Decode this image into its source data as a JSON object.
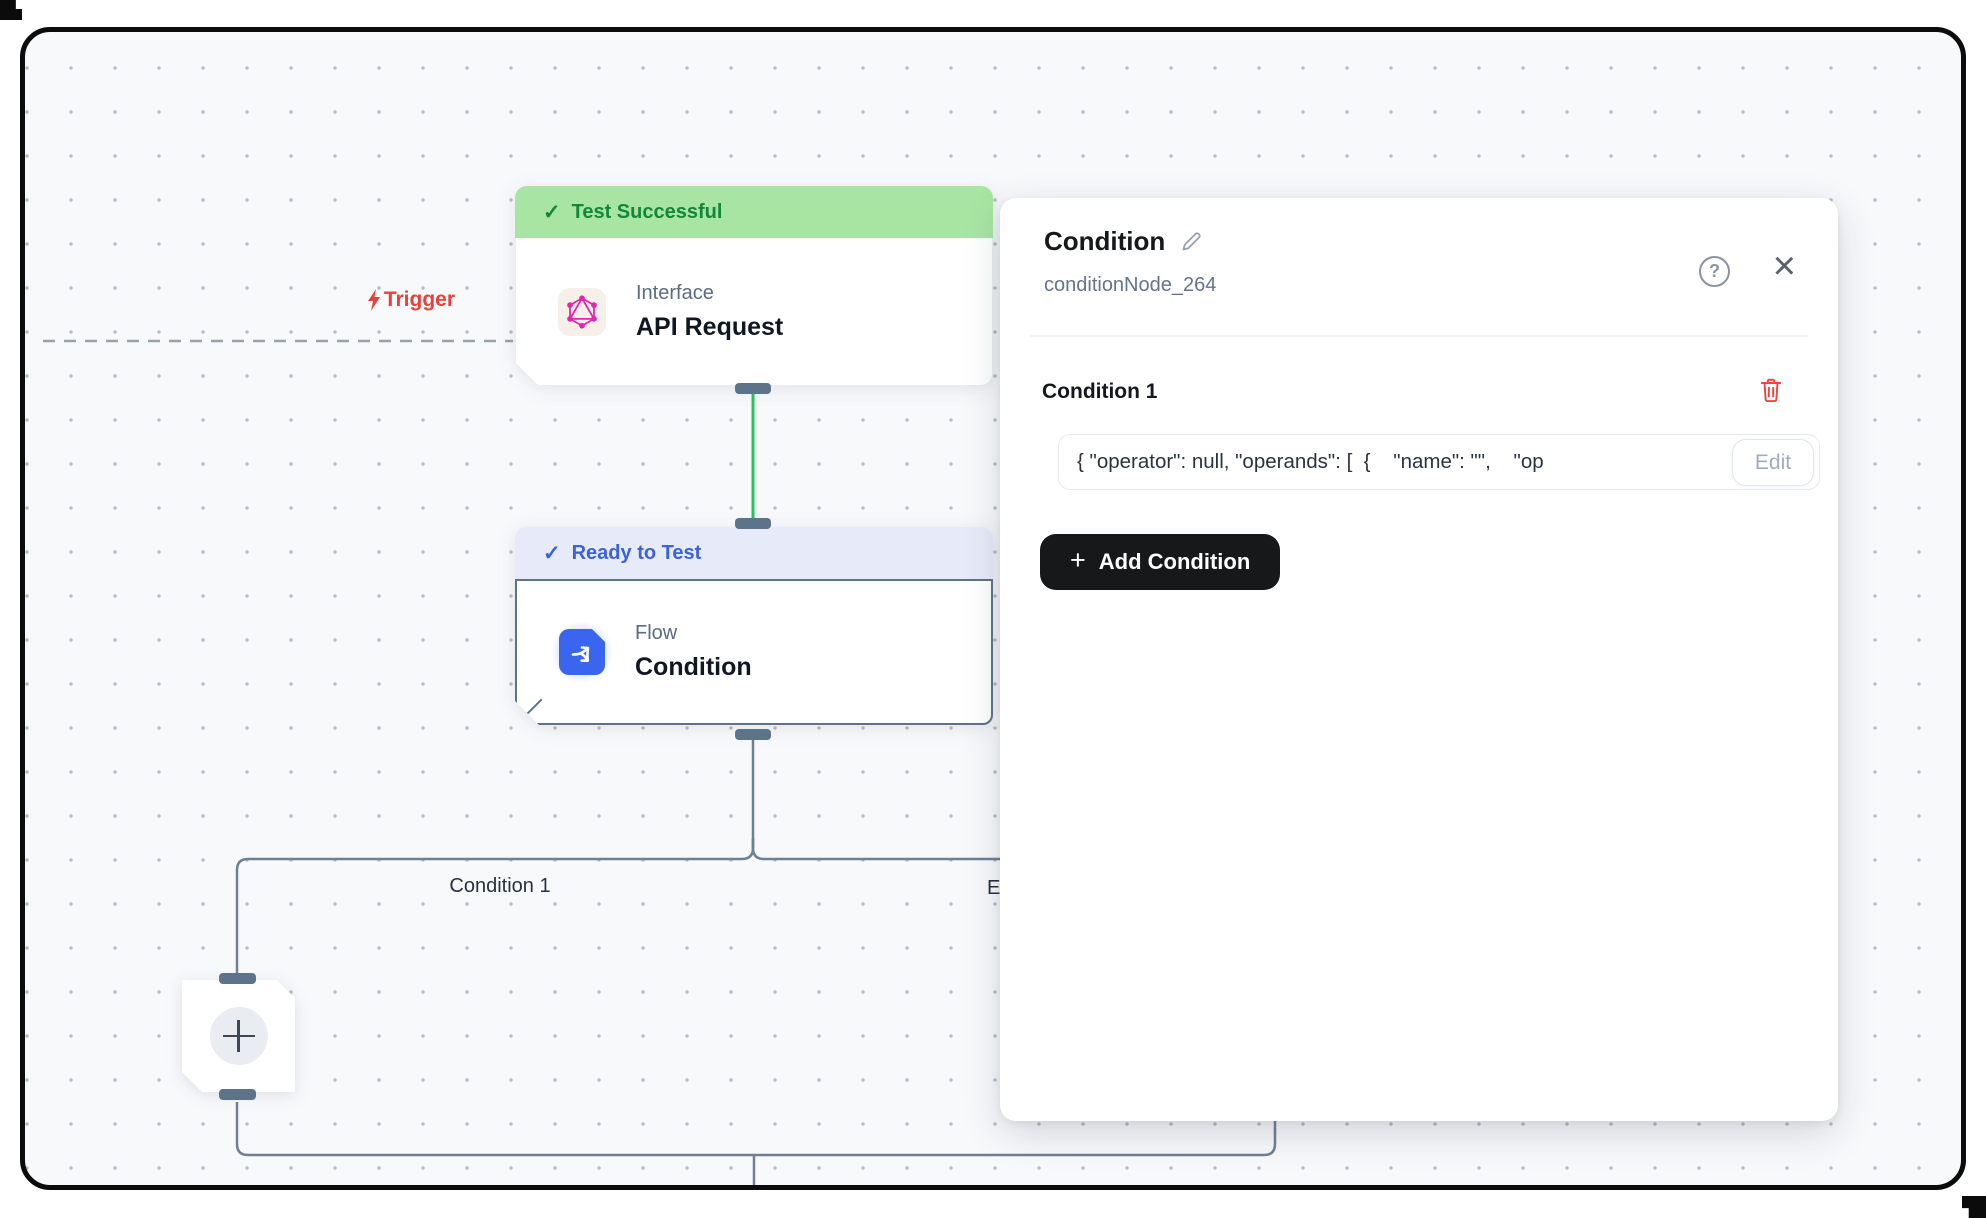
{
  "canvas": {
    "trigger": {
      "label": "Trigger",
      "color": "#e8413c"
    },
    "branch_labels": {
      "left": "Condition 1",
      "right": "Else"
    },
    "edge_colors": {
      "default": "#6e8095",
      "success": "#22c55e",
      "handle": "#5d7389"
    }
  },
  "nodes": {
    "api_request": {
      "status_icon": "✓",
      "status_banner": "Test Successful",
      "category": "Interface",
      "title": "API Request",
      "banner_bg": "#a8e5a2",
      "banner_text": "#13863c",
      "icon": "graphql-icon",
      "icon_color": "#e226ae"
    },
    "flow_condition": {
      "status_icon": "✓",
      "status_banner": "Ready to Test",
      "category": "Flow",
      "title": "Condition",
      "banner_bg": "#e7ebf9",
      "banner_text": "#3c62da",
      "icon": "branch-arrows-icon",
      "icon_bg": "#3a66ef"
    },
    "add_node": {
      "icon": "plus-icon"
    }
  },
  "panel": {
    "title": "Condition",
    "subtitle": "conditionNode_264",
    "help_icon": "?",
    "close_icon": "×",
    "condition_section": {
      "heading": "Condition 1",
      "expression": "{ \"operator\": null, \"operands\": [  {    \"name\": \"\",    \"op",
      "edit_label": "Edit",
      "delete_icon": "trash-icon"
    },
    "add_condition": {
      "plus": "+",
      "label": "Add Condition",
      "bg": "#17181a"
    }
  }
}
